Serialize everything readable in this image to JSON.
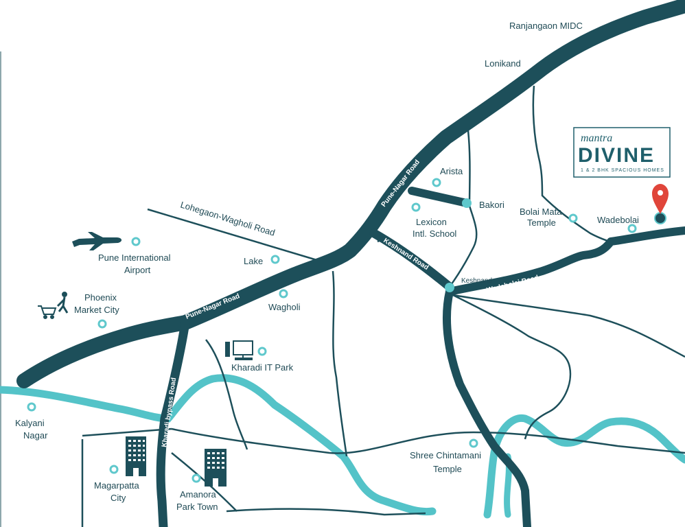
{
  "brand": {
    "small": "mantra",
    "big": "DIVINE",
    "tagline": "1 & 2 BHK SPACIOUS HOMES"
  },
  "roads": {
    "pune_nagar_upper": "Pune-Nagar Road",
    "pune_nagar_lower": "Pune-Nagar Road",
    "lohegaon_wagholi": "Lohegaon-Wagholi Road",
    "keshnand": "Keshnand Road",
    "wadebolai": "Wadebolai Road",
    "kharadi_bypass": "Kharadi bypass Road"
  },
  "places": {
    "ranjangaon": "Ranjangaon MIDC",
    "lonikand": "Lonikand",
    "arista": "Arista",
    "bakori": "Bakori",
    "lexicon_1": "Lexicon",
    "lexicon_2": "Intl. School",
    "bolai_1": "Bolai Mata",
    "bolai_2": "Temple",
    "wadebolai": "Wadebolai",
    "keshnand": "Keshnand",
    "airport_1": "Pune International",
    "airport_2": "Airport",
    "lake": "Lake",
    "wagholi": "Wagholi",
    "phoenix_1": "Phoenix",
    "phoenix_2": "Market City",
    "kharadi_it": "Kharadi IT Park",
    "kalyani_1": "Kalyani",
    "kalyani_2": "Nagar",
    "magarpatta_1": "Magarpatta",
    "magarpatta_2": "City",
    "amanora_1": "Amanora",
    "amanora_2": "Park Town",
    "chintamani_1": "Shree Chintamani",
    "chintamani_2": "Temple"
  },
  "colors": {
    "road_dark": "#1d4f5a",
    "river": "#54c3c8",
    "marker_red": "#e0453a",
    "dot": "#5fc8cc"
  }
}
